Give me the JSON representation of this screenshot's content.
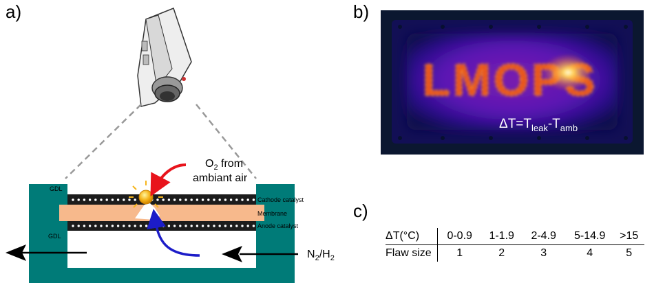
{
  "panels": {
    "a": "a)",
    "b": "b)",
    "c": "c)"
  },
  "diagram": {
    "gdl_top": "GDL",
    "gdl_bottom": "GDL",
    "cathode_catalyst": "Cathode catalyst",
    "membrane": "Membrane",
    "anode_catalyst": "Anode catalyst",
    "o2_line1_main": "O",
    "o2_line1_sub": "2",
    "o2_line1_rest": " from",
    "o2_line2": "ambiant air",
    "gas_main1": "N",
    "gas_sub1": "2",
    "gas_sep": "/H",
    "gas_sub2": "2"
  },
  "thermal_image": {
    "text": "LMOPS",
    "formula_main": "ΔT=T",
    "formula_sub1": "leak",
    "formula_mid": "-T",
    "formula_sub2": "amb"
  },
  "table": {
    "header": "ΔT(°C)",
    "ranges": [
      "0-0.9",
      "1-1.9",
      "2-4.9",
      "5-14.9",
      ">15"
    ],
    "row_label": "Flaw size",
    "sizes": [
      "1",
      "2",
      "3",
      "4",
      "5"
    ]
  },
  "colors": {
    "teal": "#007b78",
    "membrane": "#f7b98c",
    "arrow_red": "#e8141c",
    "arrow_blue": "#1c1cc8"
  }
}
